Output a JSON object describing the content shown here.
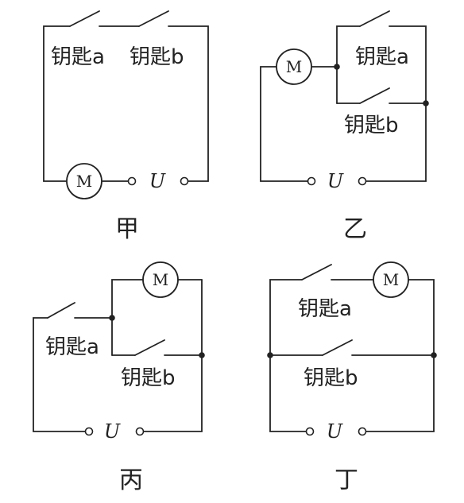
{
  "circuits": {
    "jia": {
      "caption": "甲",
      "key_a": "钥匙a",
      "key_b": "钥匙b",
      "motor": "M",
      "source": "U"
    },
    "yi": {
      "caption": "乙",
      "key_a": "钥匙a",
      "key_b": "钥匙b",
      "motor": "M",
      "source": "U"
    },
    "bing": {
      "caption": "丙",
      "key_a": "钥匙a",
      "key_b": "钥匙b",
      "motor": "M",
      "source": "U"
    },
    "ding": {
      "caption": "丁",
      "key_a": "钥匙a",
      "key_b": "钥匙b",
      "motor": "M",
      "source": "U"
    }
  }
}
